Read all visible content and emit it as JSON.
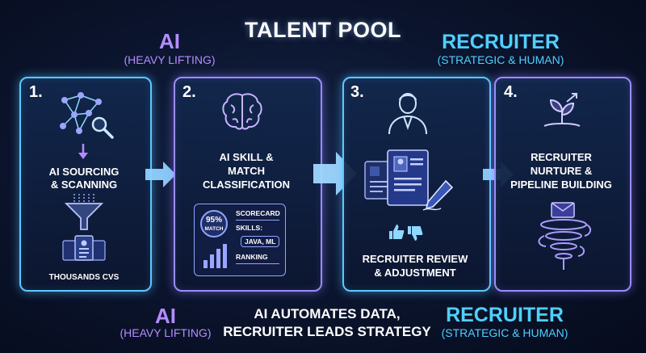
{
  "title": "TALENT POOL",
  "top_left": {
    "label": "AI",
    "sub": "(HEAVY LIFTING)"
  },
  "top_right": {
    "label": "RECRUITER",
    "sub": "(STRATEGIC & HUMAN)"
  },
  "steps": [
    {
      "number": "1.",
      "text_line1": "AI SOURCING",
      "text_line2": "& SCANNING",
      "caption": "THOUSANDS CVS"
    },
    {
      "number": "2.",
      "text_line1": "AI SKILL &",
      "text_line2": "MATCH",
      "text_line3": "CLASSIFICATION",
      "scorecard": {
        "match_pct": "95%",
        "match_label": "MATCH",
        "title": "SCORECARD",
        "skills_label": "SKILLS:",
        "skills_value": "JAVA, ML",
        "ranking": "RANKING"
      }
    },
    {
      "number": "3.",
      "text_line1": "RECRUITER REVIEW",
      "text_line2": "& ADJUSTMENT"
    },
    {
      "number": "4.",
      "text_line1": "RECRUITER",
      "text_line2": "NURTURE &",
      "text_line3": "PIPELINE BUILDING"
    }
  ],
  "bottom_left": {
    "label": "AI",
    "sub": "(HEAVY LIFTING)"
  },
  "bottom_middle": {
    "line1": "AI AUTOMATES DATA,",
    "line2": "RECRUITER LEADS STRATEGY"
  },
  "bottom_right": {
    "label": "RECRUITER",
    "sub": "(STRATEGIC & HUMAN)"
  },
  "colors": {
    "ai_purple": "#b48cff",
    "recruiter_cyan": "#4fd0ff",
    "card_border": "#5ec8ff",
    "background": "#0c1630"
  },
  "icons": [
    "network-icon",
    "magnifier-icon",
    "down-arrow-icon",
    "funnel-icon",
    "documents-icon",
    "brain-icon",
    "bar-chart-icon",
    "recruiter-person-icon",
    "resume-icon",
    "pen-icon",
    "thumbs-up-icon",
    "thumbs-down-icon",
    "sprout-icon",
    "envelope-icon",
    "spiral-funnel-icon",
    "flow-arrow-icon"
  ]
}
